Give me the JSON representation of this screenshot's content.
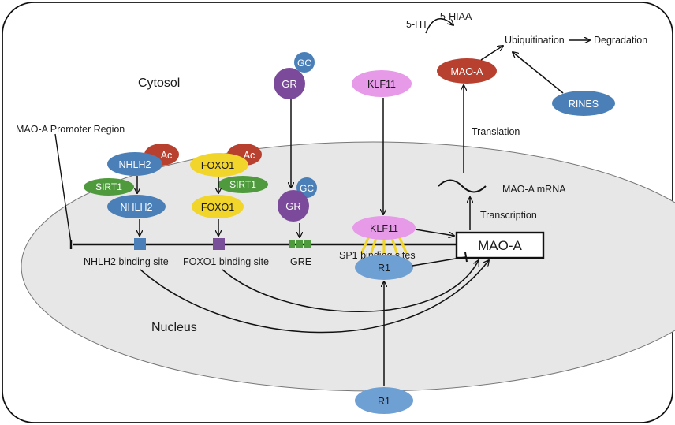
{
  "compartments": {
    "cytosol": "Cytosol",
    "nucleus": "Nucleus"
  },
  "promoter": {
    "region_label": "MAO-A Promoter Region",
    "sites": {
      "nhlh2": "NHLH2 binding site",
      "foxo1": "FOXO1 binding site",
      "gre": "GRE",
      "sp1": "SP1 binding sites"
    }
  },
  "nodes": {
    "nhlh2_ac": "NHLH2",
    "ac_1": "Ac",
    "sirt1_1": "SIRT1",
    "nhlh2": "NHLH2",
    "foxo1_ac": "FOXO1",
    "ac_2": "Ac",
    "sirt1_2": "SIRT1",
    "foxo1": "FOXO1",
    "gc_cyto": "GC",
    "gr_cyto": "GR",
    "gc_nuc": "GC",
    "gr_nuc": "GR",
    "klf11_cyto": "KLF11",
    "klf11_nuc": "KLF11",
    "r1_nuc": "R1",
    "r1_cyto": "R1",
    "mao_a_gene": "MAO-A",
    "mao_a_protein": "MAO-A",
    "rines": "RINES"
  },
  "pathway": {
    "mrna": "MAO-A mRNA",
    "transcription": "Transcription",
    "translation": "Translation",
    "ht5": "5-HT",
    "hiaa5": "5-HIAA",
    "ubiquitination": "Ubiquitination",
    "degradation": "Degradation"
  },
  "colors": {
    "blue": "#4a7fb8",
    "blue_light": "#6fa0d4",
    "red": "#b8402f",
    "green": "#4f9a3c",
    "yellow": "#f1d52a",
    "purple": "#7b4a9a",
    "pink": "#e69ae8",
    "nucleus": "#e7e7e7",
    "site_purple": "#7a4f9a",
    "site_green": "#4f9a3c",
    "site_blue": "#4a7fb8"
  }
}
